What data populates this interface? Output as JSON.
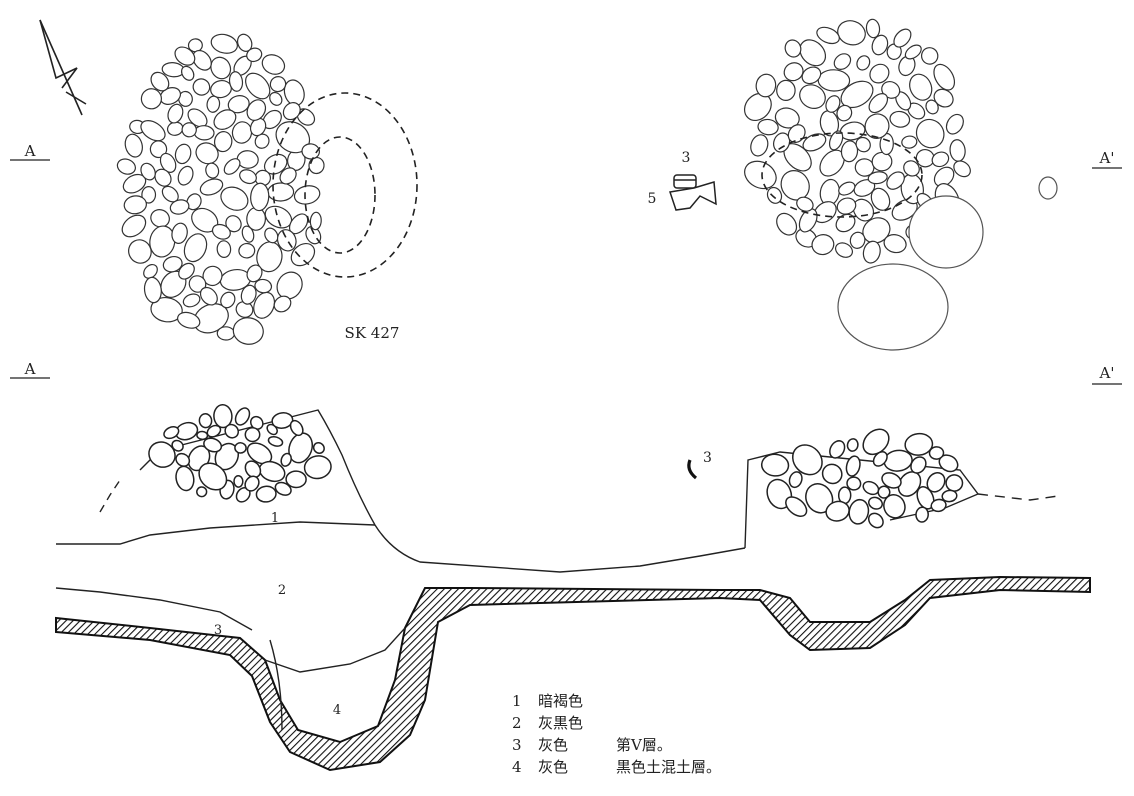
{
  "plan": {
    "feature_label": "SK 427",
    "section_marker_left": "A",
    "section_marker_right": "A'",
    "artifact_labels": [
      "3",
      "5"
    ]
  },
  "section": {
    "marker_left": "A",
    "marker_right": "A'",
    "layer_labels": [
      "1",
      "2",
      "3",
      "4"
    ],
    "artifact_label": "3"
  },
  "legend": {
    "rows": [
      {
        "num": "1",
        "color": "暗褐色",
        "note": ""
      },
      {
        "num": "2",
        "color": "灰黒色",
        "note": ""
      },
      {
        "num": "3",
        "color": "灰色",
        "note": "第Ⅴ層。"
      },
      {
        "num": "4",
        "color": "灰色",
        "note": "黒色土混土層。"
      }
    ]
  }
}
